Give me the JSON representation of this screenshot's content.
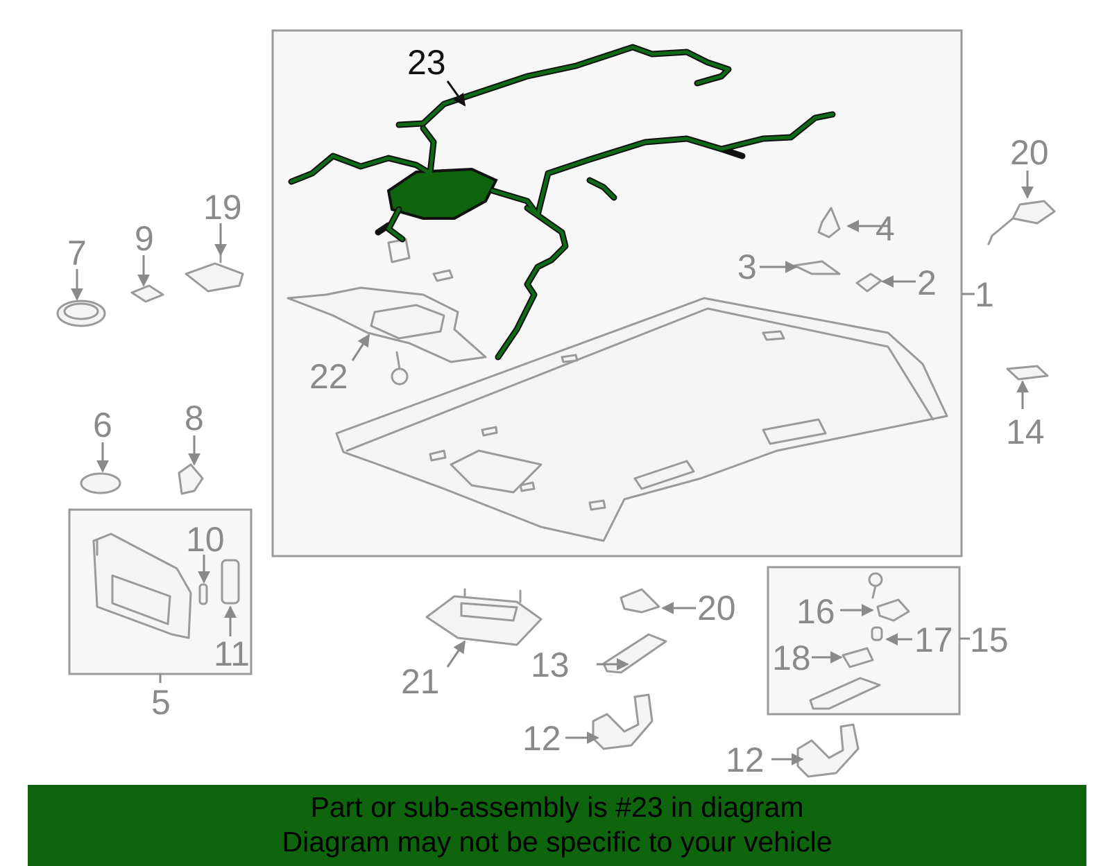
{
  "diagram": {
    "highlight_color": "#0e650e",
    "callouts": {
      "c1": "1",
      "c2": "2",
      "c3": "3",
      "c4": "4",
      "c5": "5",
      "c6": "6",
      "c7": "7",
      "c8": "8",
      "c9": "9",
      "c10": "10",
      "c11": "11",
      "c12a": "12",
      "c12b": "12",
      "c13": "13",
      "c14": "14",
      "c15": "15",
      "c16": "16",
      "c17": "17",
      "c18": "18",
      "c19": "19",
      "c20a": "20",
      "c20b": "20",
      "c21": "21",
      "c22": "22",
      "c23": "23"
    }
  },
  "banner": {
    "line1": "Part or sub-assembly is #23 in diagram",
    "line2": "Diagram may not be specific to your vehicle"
  }
}
